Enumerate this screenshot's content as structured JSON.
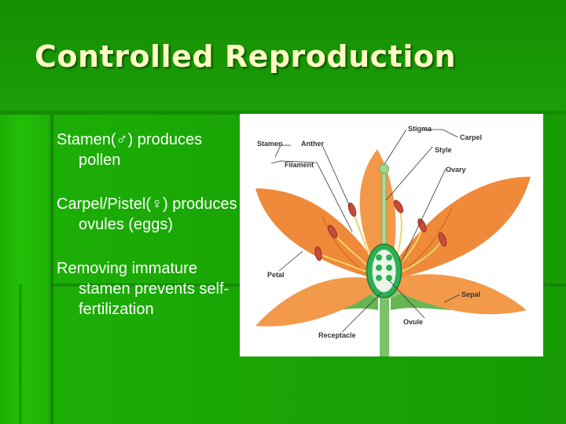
{
  "slide": {
    "title": "Controlled Reproduction",
    "bullets": [
      "Stamen(♂) produces pollen",
      "Carpel/Pistel(♀) produces ovules (eggs)",
      "Removing immature stamen prevents self-fertilization"
    ]
  },
  "diagram": {
    "labels": {
      "stamen": "Stamen",
      "anther": "Anther",
      "filament": "Filament",
      "stigma": "Stigma",
      "style": "Style",
      "carpel": "Carpel",
      "ovary": "Ovary",
      "petal": "Petal",
      "sepal": "Sepal",
      "ovule": "Ovule",
      "receptacle": "Receptacle"
    }
  },
  "colors": {
    "background": "#179a04",
    "title": "#fdfbc3",
    "text": "#ffffff",
    "petal": "#f08a3c",
    "anther": "#c84a3a",
    "ovary": "#2fae56"
  }
}
